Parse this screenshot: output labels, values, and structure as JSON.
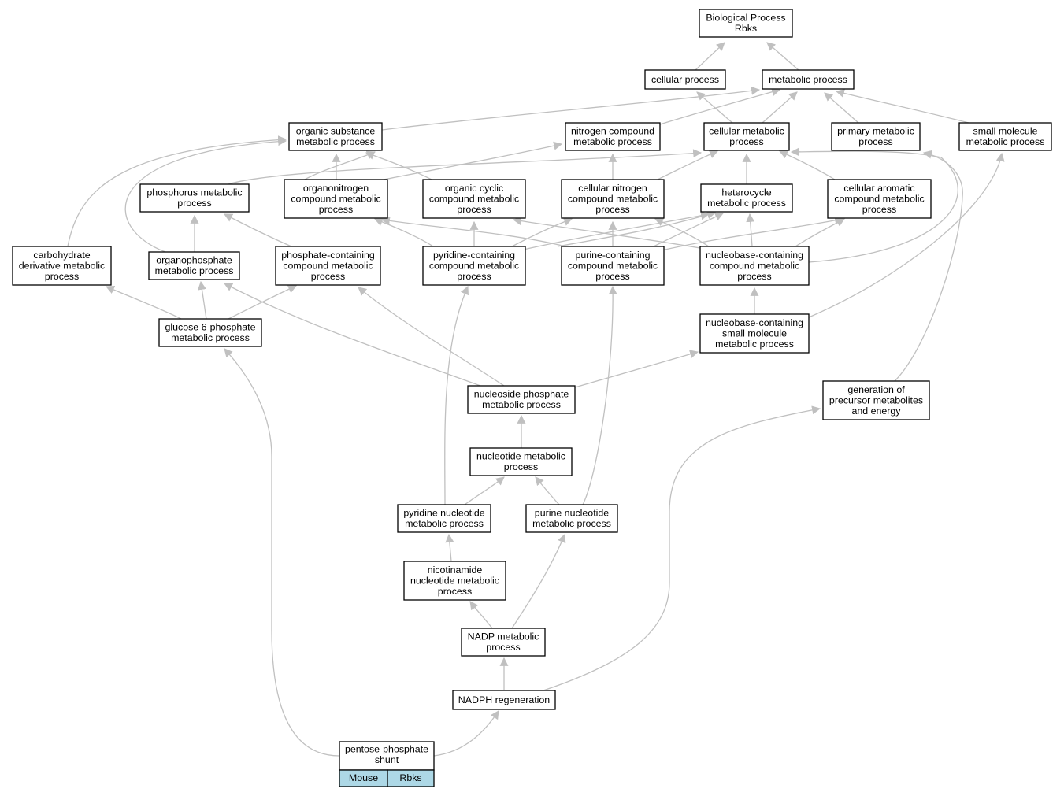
{
  "graph": {
    "nodes": {
      "root": [
        "Biological Process",
        "Rbks"
      ],
      "cellular_process": [
        "cellular process"
      ],
      "metabolic_process": [
        "metabolic process"
      ],
      "organic_substance": [
        "organic substance",
        "metabolic process"
      ],
      "nitrogen_compound": [
        "nitrogen compound",
        "metabolic process"
      ],
      "cellular_metabolic": [
        "cellular metabolic",
        "process"
      ],
      "primary_metabolic": [
        "primary metabolic",
        "process"
      ],
      "small_molecule": [
        "small molecule",
        "metabolic process"
      ],
      "phosphorus": [
        "phosphorus metabolic",
        "process"
      ],
      "organonitrogen": [
        "organonitrogen",
        "compound metabolic",
        "process"
      ],
      "organic_cyclic": [
        "organic cyclic",
        "compound metabolic",
        "process"
      ],
      "cellular_nitrogen": [
        "cellular nitrogen",
        "compound metabolic",
        "process"
      ],
      "heterocycle": [
        "heterocycle",
        "metabolic process"
      ],
      "cellular_aromatic": [
        "cellular aromatic",
        "compound metabolic",
        "process"
      ],
      "carbohydrate_derivative": [
        "carbohydrate",
        "derivative metabolic",
        "process"
      ],
      "organophosphate": [
        "organophosphate",
        "metabolic process"
      ],
      "phosphate_containing": [
        "phosphate-containing",
        "compound metabolic",
        "process"
      ],
      "pyridine_containing": [
        "pyridine-containing",
        "compound metabolic",
        "process"
      ],
      "purine_containing": [
        "purine-containing",
        "compound metabolic",
        "process"
      ],
      "nucleobase_containing": [
        "nucleobase-containing",
        "compound metabolic",
        "process"
      ],
      "glucose6p": [
        "glucose 6-phosphate",
        "metabolic process"
      ],
      "nucleobase_small": [
        "nucleobase-containing",
        "small molecule",
        "metabolic process"
      ],
      "nucleoside_phosphate": [
        "nucleoside phosphate",
        "metabolic process"
      ],
      "generation_precursor": [
        "generation of",
        "precursor metabolites",
        "and energy"
      ],
      "nucleotide": [
        "nucleotide metabolic",
        "process"
      ],
      "pyridine_nucleotide": [
        "pyridine nucleotide",
        "metabolic process"
      ],
      "purine_nucleotide": [
        "purine nucleotide",
        "metabolic process"
      ],
      "nicotinamide": [
        "nicotinamide",
        "nucleotide metabolic",
        "process"
      ],
      "nadp": [
        "NADP metabolic",
        "process"
      ],
      "nadph": [
        "NADPH regeneration"
      ],
      "pentose": [
        "pentose-phosphate",
        "shunt"
      ]
    },
    "legend": {
      "cells": [
        "Mouse",
        "Rbks"
      ],
      "fill": "#add8e6"
    },
    "colors": {
      "edge": "#c0c0c0",
      "border": "#000000",
      "background": "#ffffff"
    }
  }
}
